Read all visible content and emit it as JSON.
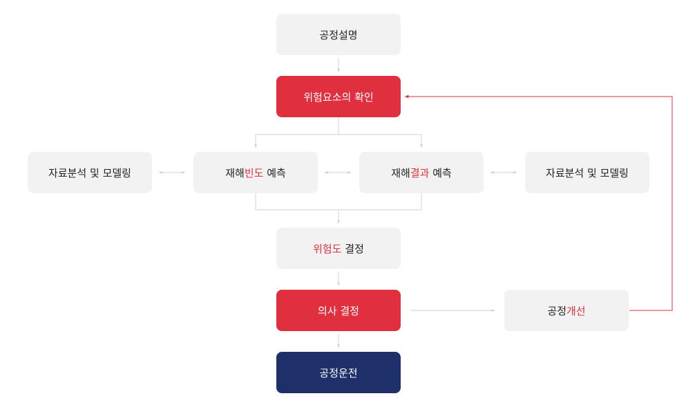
{
  "colors": {
    "accent_red": "#e0303f",
    "navy": "#1f2f69",
    "box_gray": "#f2f2f2",
    "line_gray": "#d2d2d2"
  },
  "nodes": {
    "process_description": "공정설명",
    "hazard_identification": "위험요소의 확인",
    "left_modeling": "자료분석 및 모델링",
    "frequency": {
      "prefix": "재해",
      "highlight": "빈도",
      "suffix": " 예측"
    },
    "consequence": {
      "prefix": "재해",
      "highlight": "결과",
      "suffix": " 예측"
    },
    "right_modeling": "자료분석 및 모델링",
    "risk": {
      "highlight": "위험도",
      "suffix": " 결정"
    },
    "decision": "의사 결정",
    "improvement": {
      "prefix": "공정",
      "highlight": "개선"
    },
    "operation": "공정운전"
  }
}
